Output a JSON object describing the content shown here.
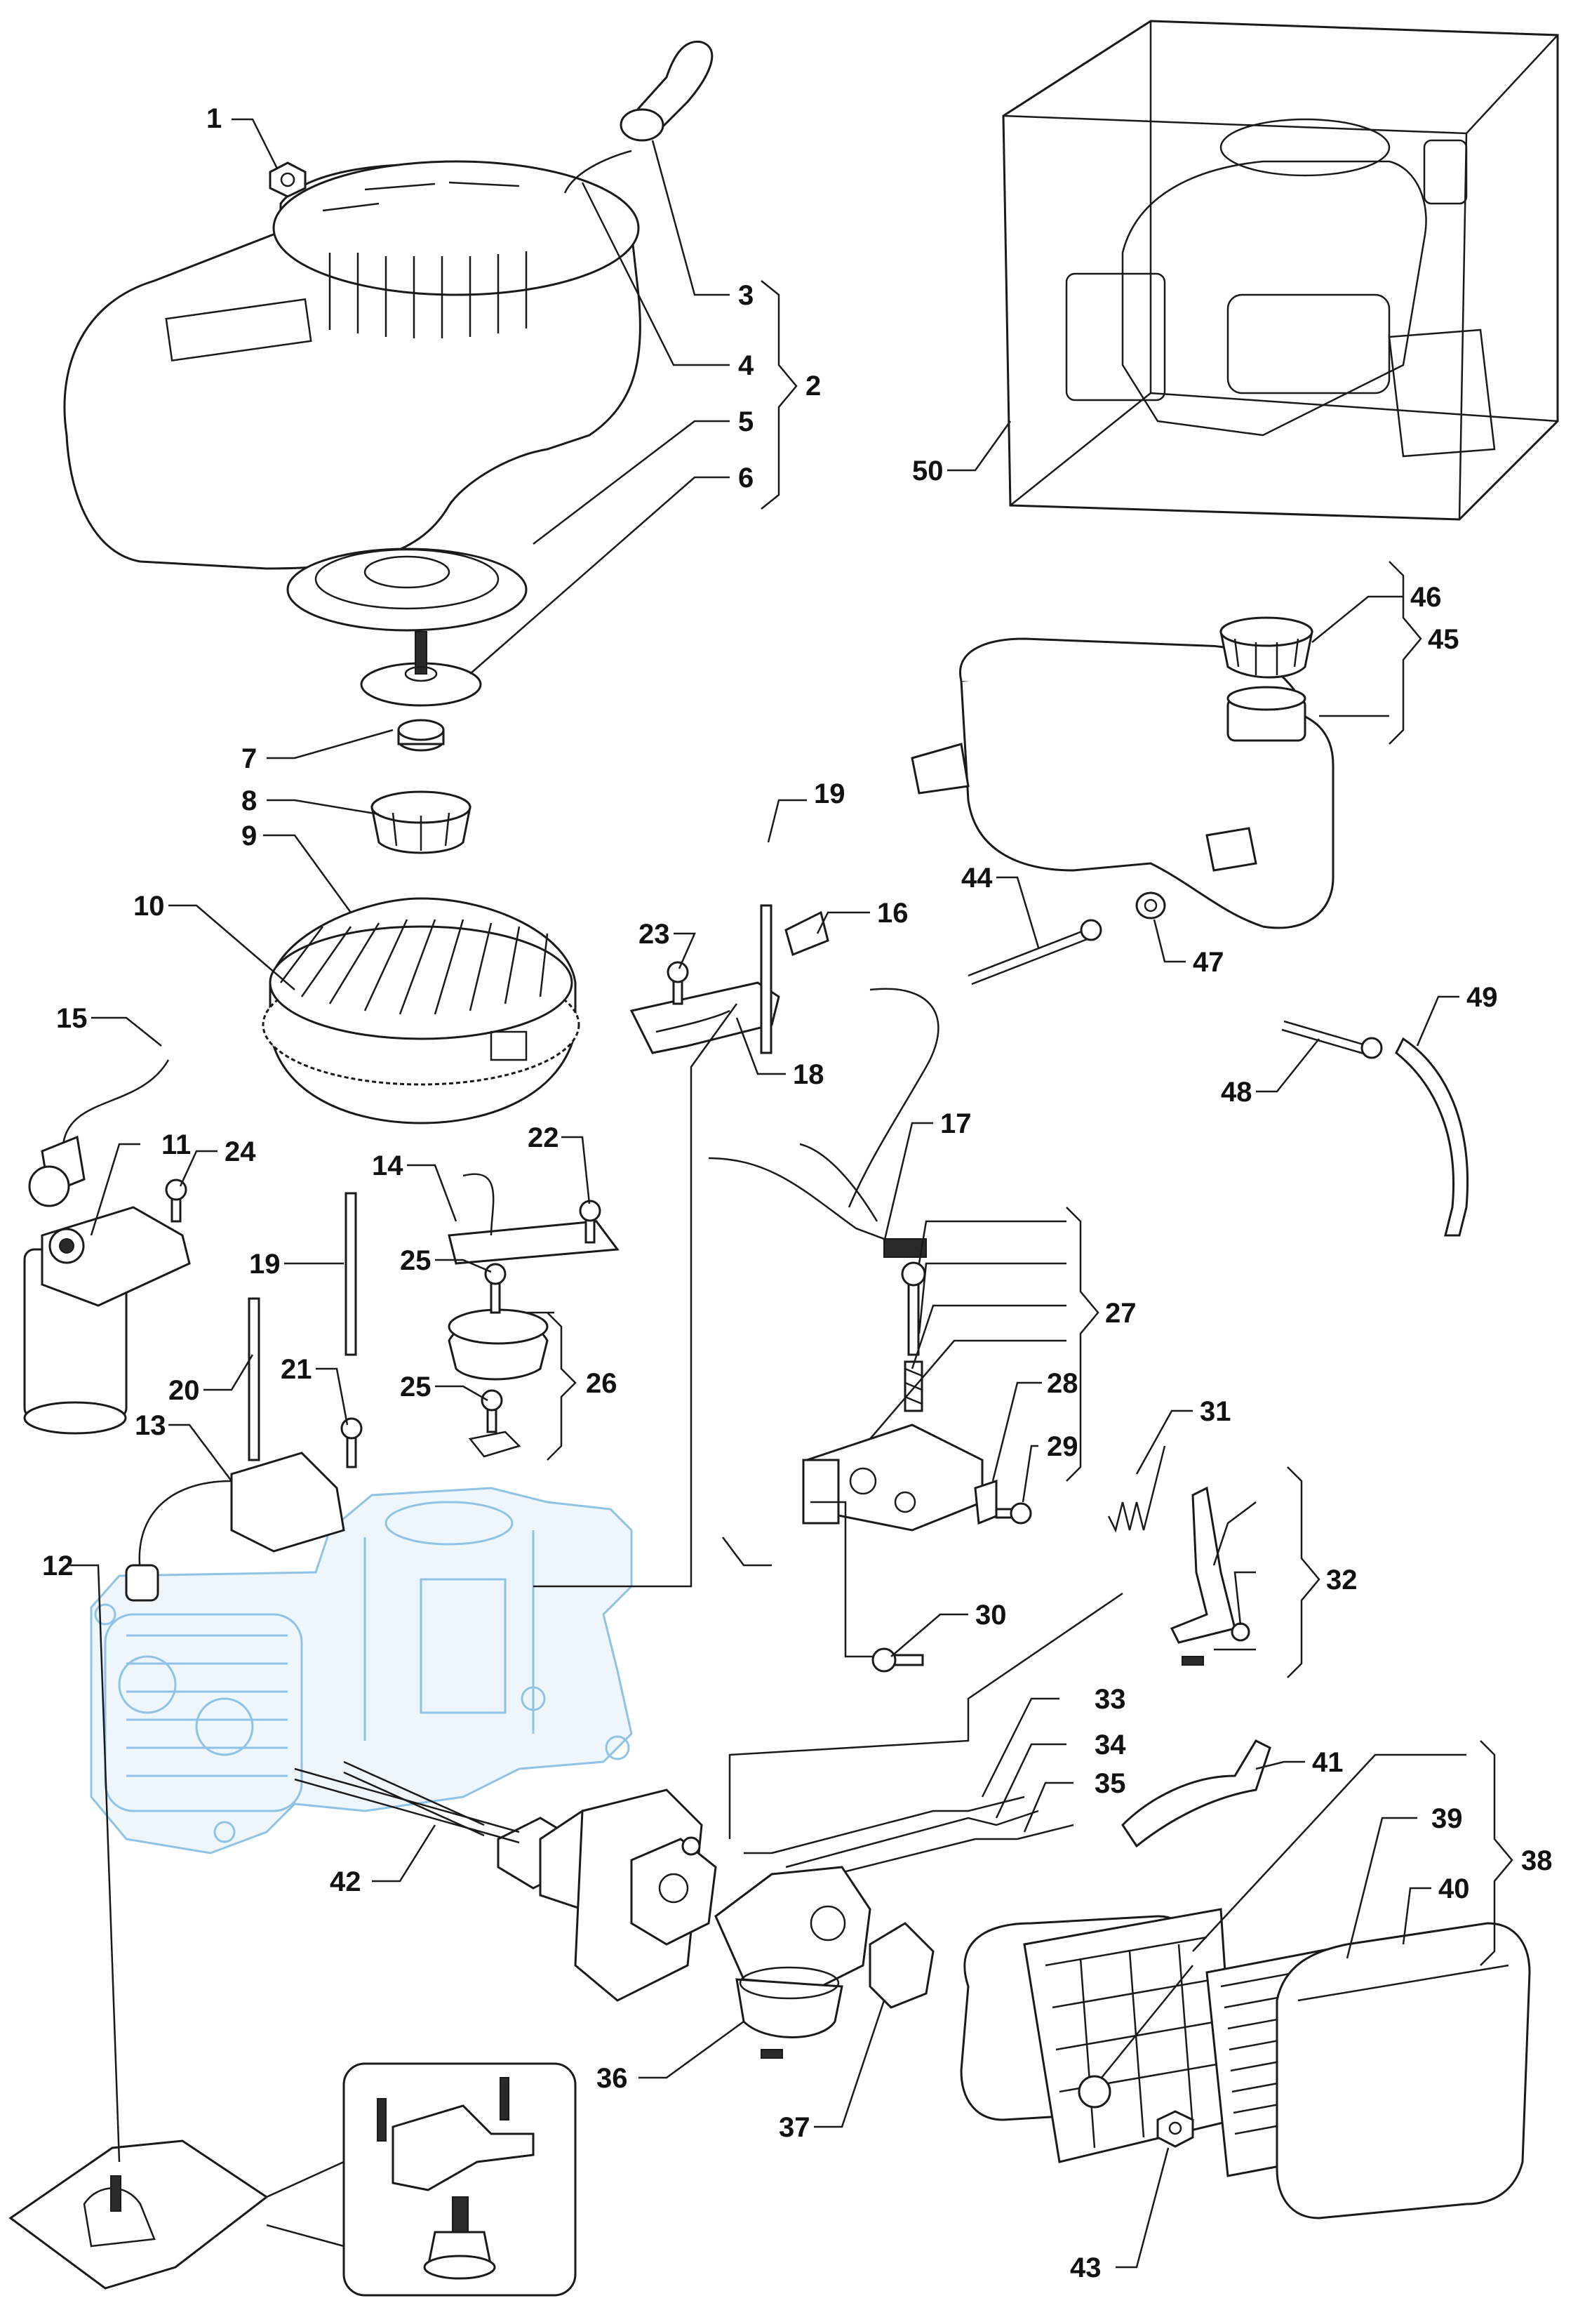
{
  "callouts": [
    "1",
    "2",
    "3",
    "4",
    "5",
    "6",
    "7",
    "8",
    "9",
    "10",
    "11",
    "12",
    "13",
    "14",
    "15",
    "16",
    "17",
    "18",
    "19",
    "19",
    "20",
    "21",
    "22",
    "23",
    "24",
    "25",
    "25",
    "26",
    "27",
    "28",
    "29",
    "30",
    "31",
    "32",
    "33",
    "34",
    "35",
    "36",
    "37",
    "38",
    "39",
    "40",
    "41",
    "42",
    "43",
    "44",
    "45",
    "46",
    "47",
    "48",
    "49",
    "50"
  ]
}
